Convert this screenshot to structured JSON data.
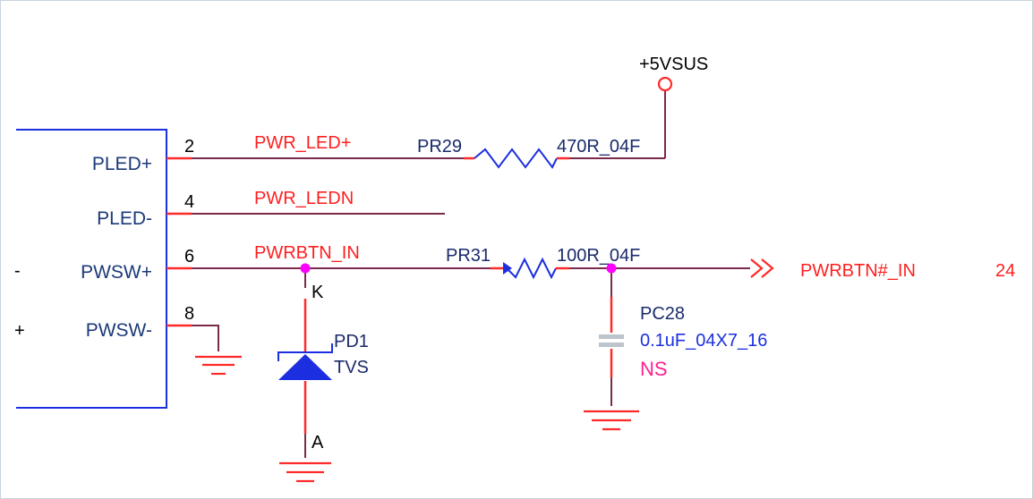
{
  "connector": {
    "pins": [
      {
        "number": "2",
        "name": "PLED+",
        "net": "PWR_LED+"
      },
      {
        "number": "4",
        "name": "PLED-",
        "net": "PWR_LEDN"
      },
      {
        "number": "6",
        "name": "PWSW+",
        "net": "PWRBTN_IN"
      },
      {
        "number": "8",
        "name": "PWSW-",
        "net": ""
      }
    ],
    "left_marks": [
      "-",
      "+"
    ]
  },
  "power": {
    "rail": "+5VSUS"
  },
  "resistors": [
    {
      "ref": "PR29",
      "value": "470R_04F"
    },
    {
      "ref": "PR31",
      "value": "100R_04F"
    }
  ],
  "diode": {
    "ref": "PD1",
    "value": "TVS",
    "cathode": "K",
    "anode": "A"
  },
  "capacitor": {
    "ref": "PC28",
    "value": "0.1uF_04X7_16",
    "note": "NS"
  },
  "offpage": {
    "net": "PWRBTN#_IN",
    "page": "24"
  },
  "colors": {
    "wire": "#7a2a4a",
    "pin": "#ff2a2a",
    "component": "#1c2fe0",
    "net_label": "#ff1f1f",
    "junction": "#ff00ff",
    "ns": "#ff1f8f"
  }
}
